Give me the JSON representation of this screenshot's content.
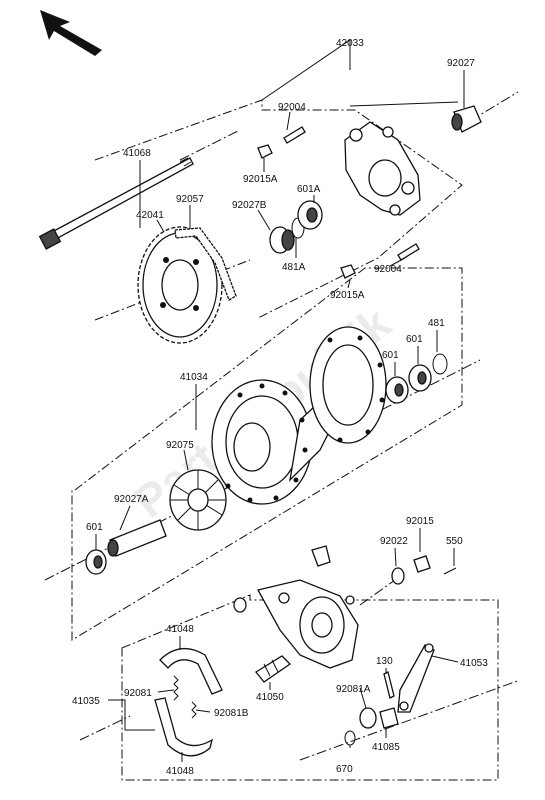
{
  "diagram": {
    "title": "Rear Hub",
    "watermark": "PartsRepublik",
    "labels": {
      "p42033": "42033",
      "p92027": "92027",
      "p92004_top": "92004",
      "p41068": "41068",
      "p92015A_top": "92015A",
      "p601A": "601A",
      "p92057": "92057",
      "p92027B": "92027B",
      "p42041": "42041",
      "p481A": "481A",
      "p92004_bot": "92004",
      "p92015A_bot": "92015A",
      "p481": "481",
      "p601_right1": "601",
      "p601_right2": "601",
      "p41034": "41034",
      "p92075": "92075",
      "p92027A": "92027A",
      "p601_left": "601",
      "p92015": "92015",
      "p92022": "92022",
      "p550": "550",
      "p41048_top": "41048",
      "p41053": "41053",
      "p130": "130",
      "p41035": "41035",
      "p92081": "92081",
      "p41050": "41050",
      "p92081A": "92081A",
      "p92081B": "92081B",
      "p41085": "41085",
      "p670": "670",
      "p41048_bot": "41048"
    },
    "colors": {
      "line": "#111111",
      "background": "#ffffff"
    }
  }
}
